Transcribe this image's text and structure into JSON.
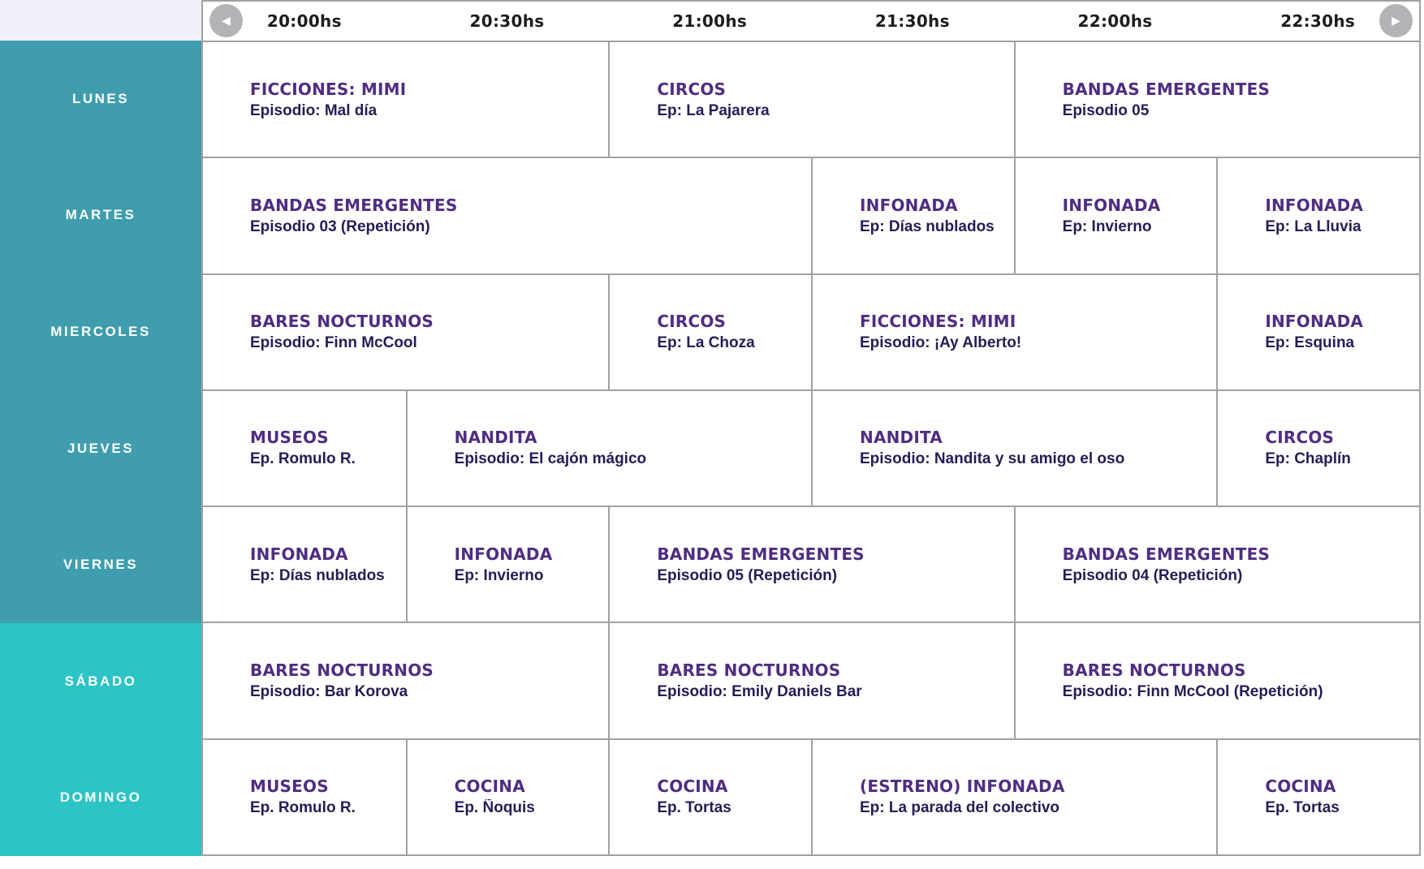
{
  "header": {
    "times": [
      "20:00hs",
      "20:30hs",
      "21:00hs",
      "21:30hs",
      "22:00hs",
      "22:30hs"
    ]
  },
  "icons": {
    "prev_arrow": "◀",
    "next_arrow": "▶"
  },
  "days": [
    {
      "label": "LUNES",
      "group": "weekday",
      "programs": [
        {
          "title": "FICCIONES: MIMI",
          "episode": "Episodio: Mal día",
          "col": 1,
          "span": 2
        },
        {
          "title": "CIRCOS",
          "episode": "Ep: La Pajarera",
          "col": 3,
          "span": 2
        },
        {
          "title": "BANDAS EMERGENTES",
          "episode": "Episodio 05",
          "col": 5,
          "span": 2
        }
      ]
    },
    {
      "label": "MARTES",
      "group": "weekday",
      "programs": [
        {
          "title": "BANDAS EMERGENTES",
          "episode": "Episodio 03 (Repetición)",
          "col": 1,
          "span": 3
        },
        {
          "title": "INFONADA",
          "episode": "Ep: Días nublados",
          "col": 4,
          "span": 1
        },
        {
          "title": "INFONADA",
          "episode": "Ep: Invierno",
          "col": 5,
          "span": 1
        },
        {
          "title": "INFONADA",
          "episode": "Ep: La Lluvia",
          "col": 6,
          "span": 1
        }
      ]
    },
    {
      "label": "MIERCOLES",
      "group": "weekday",
      "programs": [
        {
          "title": "BARES NOCTURNOS",
          "episode": "Episodio: Finn McCool",
          "col": 1,
          "span": 2
        },
        {
          "title": "CIRCOS",
          "episode": "Ep: La Choza",
          "col": 3,
          "span": 1
        },
        {
          "title": "FICCIONES: MIMI",
          "episode": "Episodio: ¡Ay Alberto!",
          "col": 4,
          "span": 2
        },
        {
          "title": "INFONADA",
          "episode": "Ep: Esquina",
          "col": 6,
          "span": 1
        }
      ]
    },
    {
      "label": "JUEVES",
      "group": "weekday",
      "programs": [
        {
          "title": "MUSEOS",
          "episode": "Ep. Romulo R.",
          "col": 1,
          "span": 1
        },
        {
          "title": "NANDITA",
          "episode": "Episodio: El cajón mágico",
          "col": 2,
          "span": 2
        },
        {
          "title": "NANDITA",
          "episode": "Episodio: Nandita y su amigo el oso",
          "col": 4,
          "span": 2
        },
        {
          "title": "CIRCOS",
          "episode": "Ep: Chaplín",
          "col": 6,
          "span": 1
        }
      ]
    },
    {
      "label": "VIERNES",
      "group": "weekday",
      "programs": [
        {
          "title": "INFONADA",
          "episode": "Ep: Días nublados",
          "col": 1,
          "span": 1
        },
        {
          "title": "INFONADA",
          "episode": "Ep: Invierno",
          "col": 2,
          "span": 1
        },
        {
          "title": "BANDAS EMERGENTES",
          "episode": "Episodio 05 (Repetición)",
          "col": 3,
          "span": 2
        },
        {
          "title": "BANDAS EMERGENTES",
          "episode": "Episodio 04 (Repetición)",
          "col": 5,
          "span": 2
        }
      ]
    },
    {
      "label": "SÁBADO",
      "group": "weekend",
      "programs": [
        {
          "title": "BARES NOCTURNOS",
          "episode": "Episodio: Bar Korova",
          "col": 1,
          "span": 2
        },
        {
          "title": "BARES NOCTURNOS",
          "episode": "Episodio: Emily Daniels Bar",
          "col": 3,
          "span": 2
        },
        {
          "title": "BARES NOCTURNOS",
          "episode": "Episodio: Finn McCool (Repetición)",
          "col": 5,
          "span": 2
        }
      ]
    },
    {
      "label": "DOMINGO",
      "group": "weekend",
      "programs": [
        {
          "title": "MUSEOS",
          "episode": "Ep. Romulo R.",
          "col": 1,
          "span": 1
        },
        {
          "title": "COCINA",
          "episode": "Ep. Ñoquis",
          "col": 2,
          "span": 1
        },
        {
          "title": "COCINA",
          "episode": "Ep. Tortas",
          "col": 3,
          "span": 1
        },
        {
          "title": "(ESTRENO) INFONADA",
          "episode": "Ep: La parada del colectivo",
          "col": 4,
          "span": 2
        },
        {
          "title": "COCINA",
          "episode": "Ep. Tortas",
          "col": 6,
          "span": 1
        }
      ]
    }
  ],
  "colors": {
    "weekday_row_header": "#3f9dae",
    "weekend_row_header": "#2cc4c5",
    "corner_block": "#f1f0f8",
    "grid_border": "#a0a0a0",
    "program_title": "#4f2d82",
    "program_episode": "#241d56",
    "time_text": "#1d1c21",
    "arrow_button": "#b4b2b6",
    "day_text": "#ffffff",
    "cell_background": "#ffffff"
  }
}
